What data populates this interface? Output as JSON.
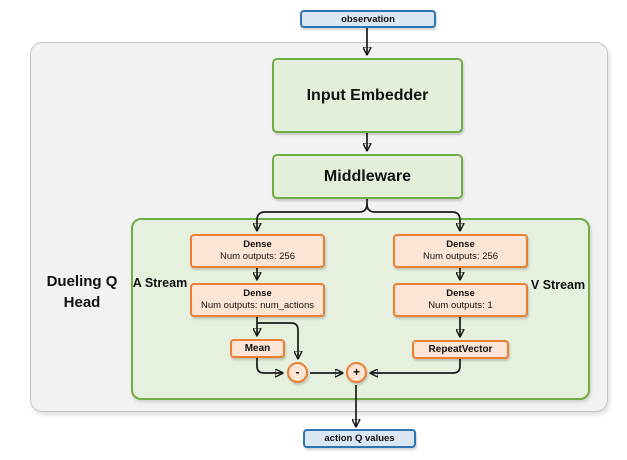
{
  "diagram": {
    "title_context": "Dueling Q Head network architecture",
    "nodes": {
      "observation": "observation",
      "input_embedder": "Input Embedder",
      "middleware": "Middleware",
      "dueling_q_head": "Dueling Q Head",
      "a_stream": "A Stream",
      "v_stream": "V Stream",
      "dense_a1": {
        "title": "Dense",
        "subtitle": "Num outputs: 256"
      },
      "dense_a2": {
        "title": "Dense",
        "subtitle": "Num outputs: num_actions"
      },
      "dense_v1": {
        "title": "Dense",
        "subtitle": "Num outputs: 256"
      },
      "dense_v2": {
        "title": "Dense",
        "subtitle": "Num outputs: 1"
      },
      "mean": "Mean",
      "repeat_vector": "RepeatVector",
      "minus_operator": "-",
      "plus_operator": "+",
      "action_q_values": "action Q values"
    },
    "colors": {
      "blue_border": "#2e75b6",
      "blue_fill": "#dbe6f3",
      "green_border": "#71ad47",
      "green_fill": "#e3efda",
      "inner_container_fill": "#e6f0de",
      "outer_container_fill": "#f2f2f2",
      "outer_container_border": "#c6c6c6",
      "orange_border": "#ed7d31",
      "orange_fill": "#fce5d5",
      "arrow": "#1a1a1a"
    }
  }
}
